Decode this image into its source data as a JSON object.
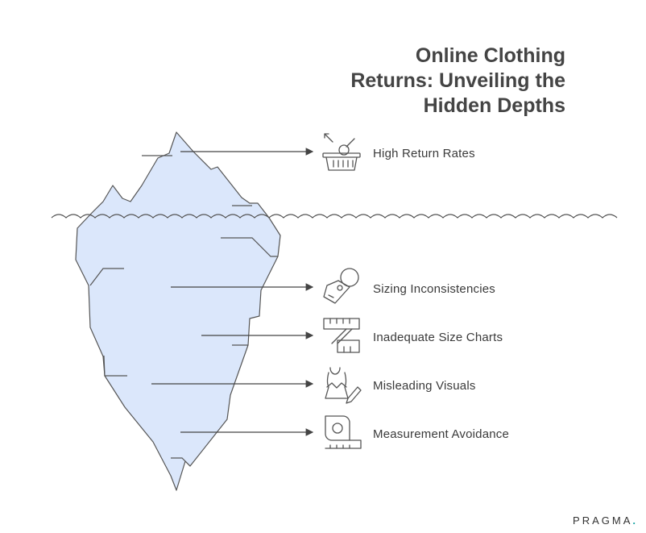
{
  "title": {
    "line1": "Online Clothing",
    "line2": "Returns: Unveiling the",
    "line3": "Hidden Depths"
  },
  "items": [
    {
      "label": "High Return Rates",
      "icon": "basket-icon"
    },
    {
      "label": "Sizing Inconsistencies",
      "icon": "price-tag-icon"
    },
    {
      "label": "Inadequate Size Charts",
      "icon": "ruler-chart-icon"
    },
    {
      "label": "Misleading Visuals",
      "icon": "dress-pencil-icon"
    },
    {
      "label": "Measurement Avoidance",
      "icon": "tape-measure-icon"
    }
  ],
  "brand": {
    "name": "PRAGMA",
    "dot": "."
  },
  "colors": {
    "ice_fill": "#dbe7fb",
    "line": "#555555",
    "text": "#3a3a3a",
    "brand_dot": "#1aa7a7"
  }
}
